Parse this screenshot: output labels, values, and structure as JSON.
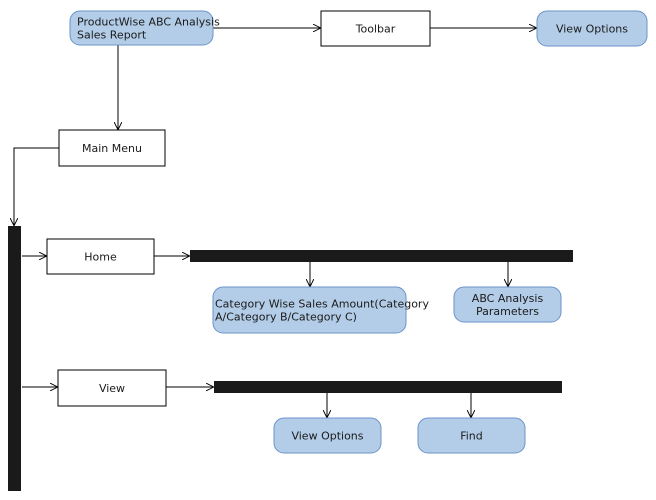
{
  "colors": {
    "round_fill": "#b3cde8",
    "round_stroke": "#6b93c8",
    "rect_fill": "#ffffff",
    "rect_stroke": "#000000",
    "bar_fill": "#1a1a1a"
  },
  "nodes": {
    "report": {
      "lines": [
        "ProductWise ABC Analysis",
        "Sales Report"
      ],
      "style": "rounded"
    },
    "toolbar": {
      "lines": [
        "Toolbar"
      ],
      "style": "rect"
    },
    "view_options_top": {
      "lines": [
        "View Options"
      ],
      "style": "rounded"
    },
    "main_menu": {
      "lines": [
        "Main Menu"
      ],
      "style": "rect"
    },
    "home": {
      "lines": [
        "Home"
      ],
      "style": "rect"
    },
    "category_sales": {
      "lines": [
        "Category Wise Sales Amount(Category",
        "A/Category B/Category C)"
      ],
      "style": "rounded"
    },
    "abc_params": {
      "lines": [
        "ABC Analysis",
        "Parameters"
      ],
      "style": "rounded"
    },
    "view": {
      "lines": [
        "View"
      ],
      "style": "rect"
    },
    "view_options": {
      "lines": [
        "View Options"
      ],
      "style": "rounded"
    },
    "find": {
      "lines": [
        "Find"
      ],
      "style": "rounded"
    }
  }
}
